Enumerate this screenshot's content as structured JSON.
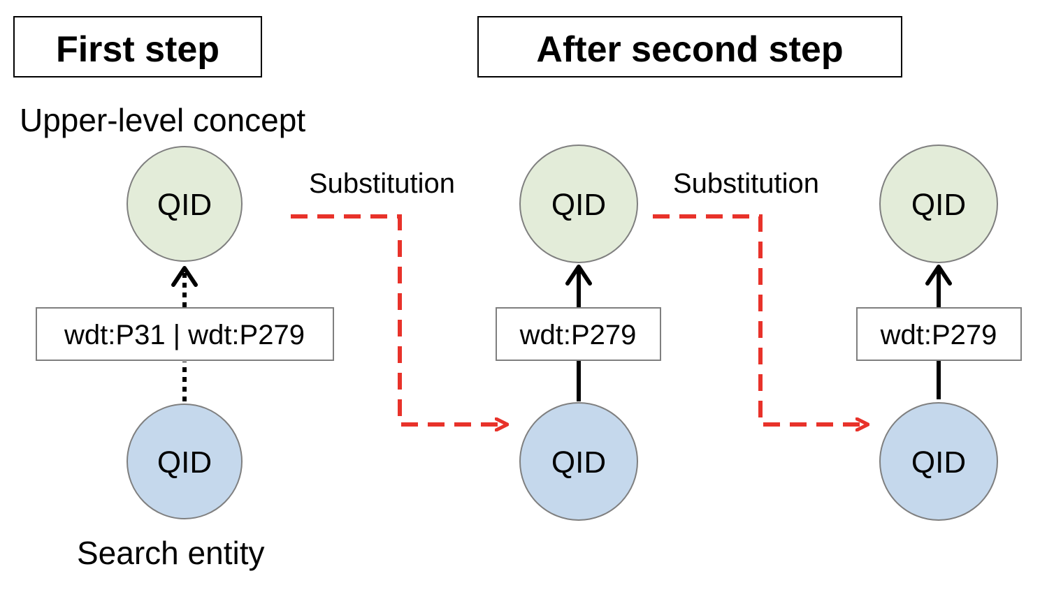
{
  "headings": {
    "first": "First step",
    "second": "After second step"
  },
  "captions": {
    "upper": "Upper-level concept",
    "search": "Search entity"
  },
  "substitution": "Substitution",
  "nodes": {
    "label": "QID"
  },
  "relations": {
    "first": "wdt:P31 | wdt:P279",
    "second": "wdt:P279",
    "third": "wdt:P279"
  },
  "colors": {
    "upper_fill": "#e3ecd9",
    "search_fill": "#c5d8ec",
    "node_stroke": "#7f7f7f",
    "substitution_arrow": "#e8322a",
    "relation_arrow": "#000000"
  }
}
